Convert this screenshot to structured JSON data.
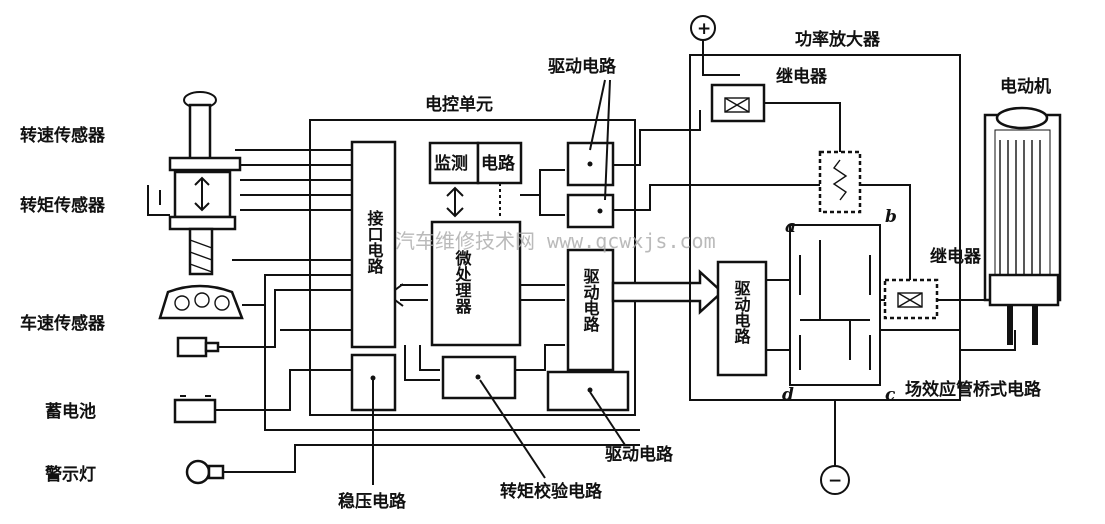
{
  "sensors": {
    "speed_sensor": "转速传感器",
    "torque_sensor": "转矩传感器",
    "vehicle_speed_sensor": "车速传感器",
    "battery": "蓄电池",
    "warning_lamp": "警示灯"
  },
  "ecu": {
    "title": "电控单元",
    "interface": "接口电路",
    "monitor_left": "监测",
    "monitor_right": "电路",
    "cpu": "微处理器",
    "driver": "驱动电路",
    "regulator": "稳压电路",
    "torque_check": "转矩校验电路"
  },
  "callouts": {
    "driver_top": "驱动电路",
    "driver_bottom": "驱动电路"
  },
  "power": {
    "title": "功率放大器",
    "plus": "+",
    "minus": "−",
    "relay1": "继电器",
    "relay2": "继电器",
    "driver": "驱动电路",
    "bridge": "场效应管桥式电路",
    "a": "a",
    "b": "b",
    "c": "c",
    "d": "d"
  },
  "motor": "电动机",
  "watermark": "汽车维修技术网 www.qcwxjs.com"
}
